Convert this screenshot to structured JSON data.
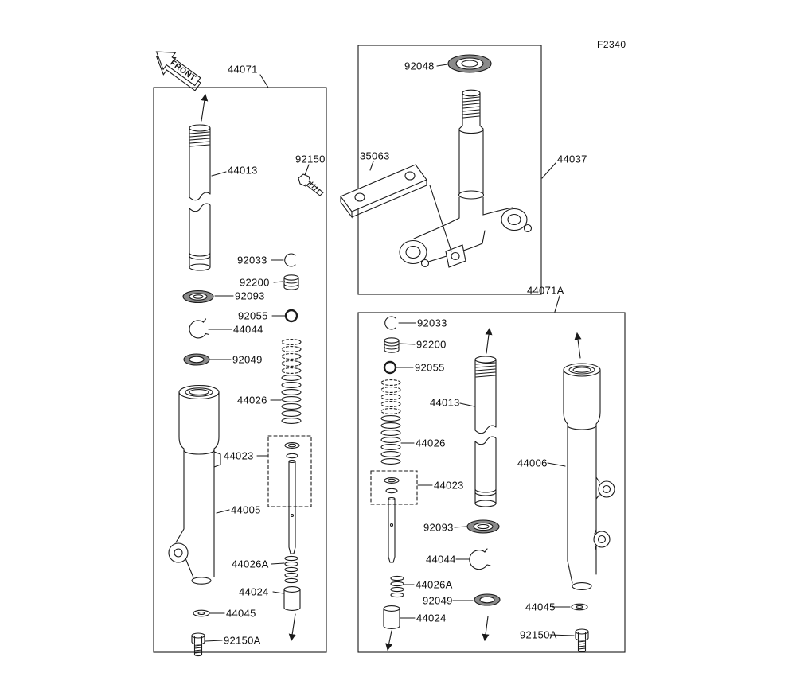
{
  "figure_code": "F2340",
  "front_marker": "FRONT",
  "ink_color": "#1a1a1a",
  "left_assembly": {
    "label": "44071",
    "parts": {
      "p44013": "44013",
      "p92033": "92033",
      "p92200": "92200",
      "p92093": "92093",
      "p92055": "92055",
      "p44044": "44044",
      "p92049": "92049",
      "p44026": "44026",
      "p44023": "44023",
      "p44005": "44005",
      "p44026A": "44026A",
      "p44024": "44024",
      "p44045": "44045",
      "p92150A": "92150A"
    }
  },
  "stem_assembly": {
    "label": "44037",
    "parts": {
      "p92048": "92048",
      "p92150": "92150",
      "p35063": "35063"
    }
  },
  "right_assembly": {
    "label": "44071A",
    "parts": {
      "p92033": "92033",
      "p92200": "92200",
      "p92055": "92055",
      "p44013": "44013",
      "p44026": "44026",
      "p44023": "44023",
      "p92093": "92093",
      "p44044": "44044",
      "p44026A": "44026A",
      "p92049": "92049",
      "p44024": "44024",
      "p44006": "44006",
      "p44045": "44045",
      "p92150A": "92150A"
    }
  }
}
